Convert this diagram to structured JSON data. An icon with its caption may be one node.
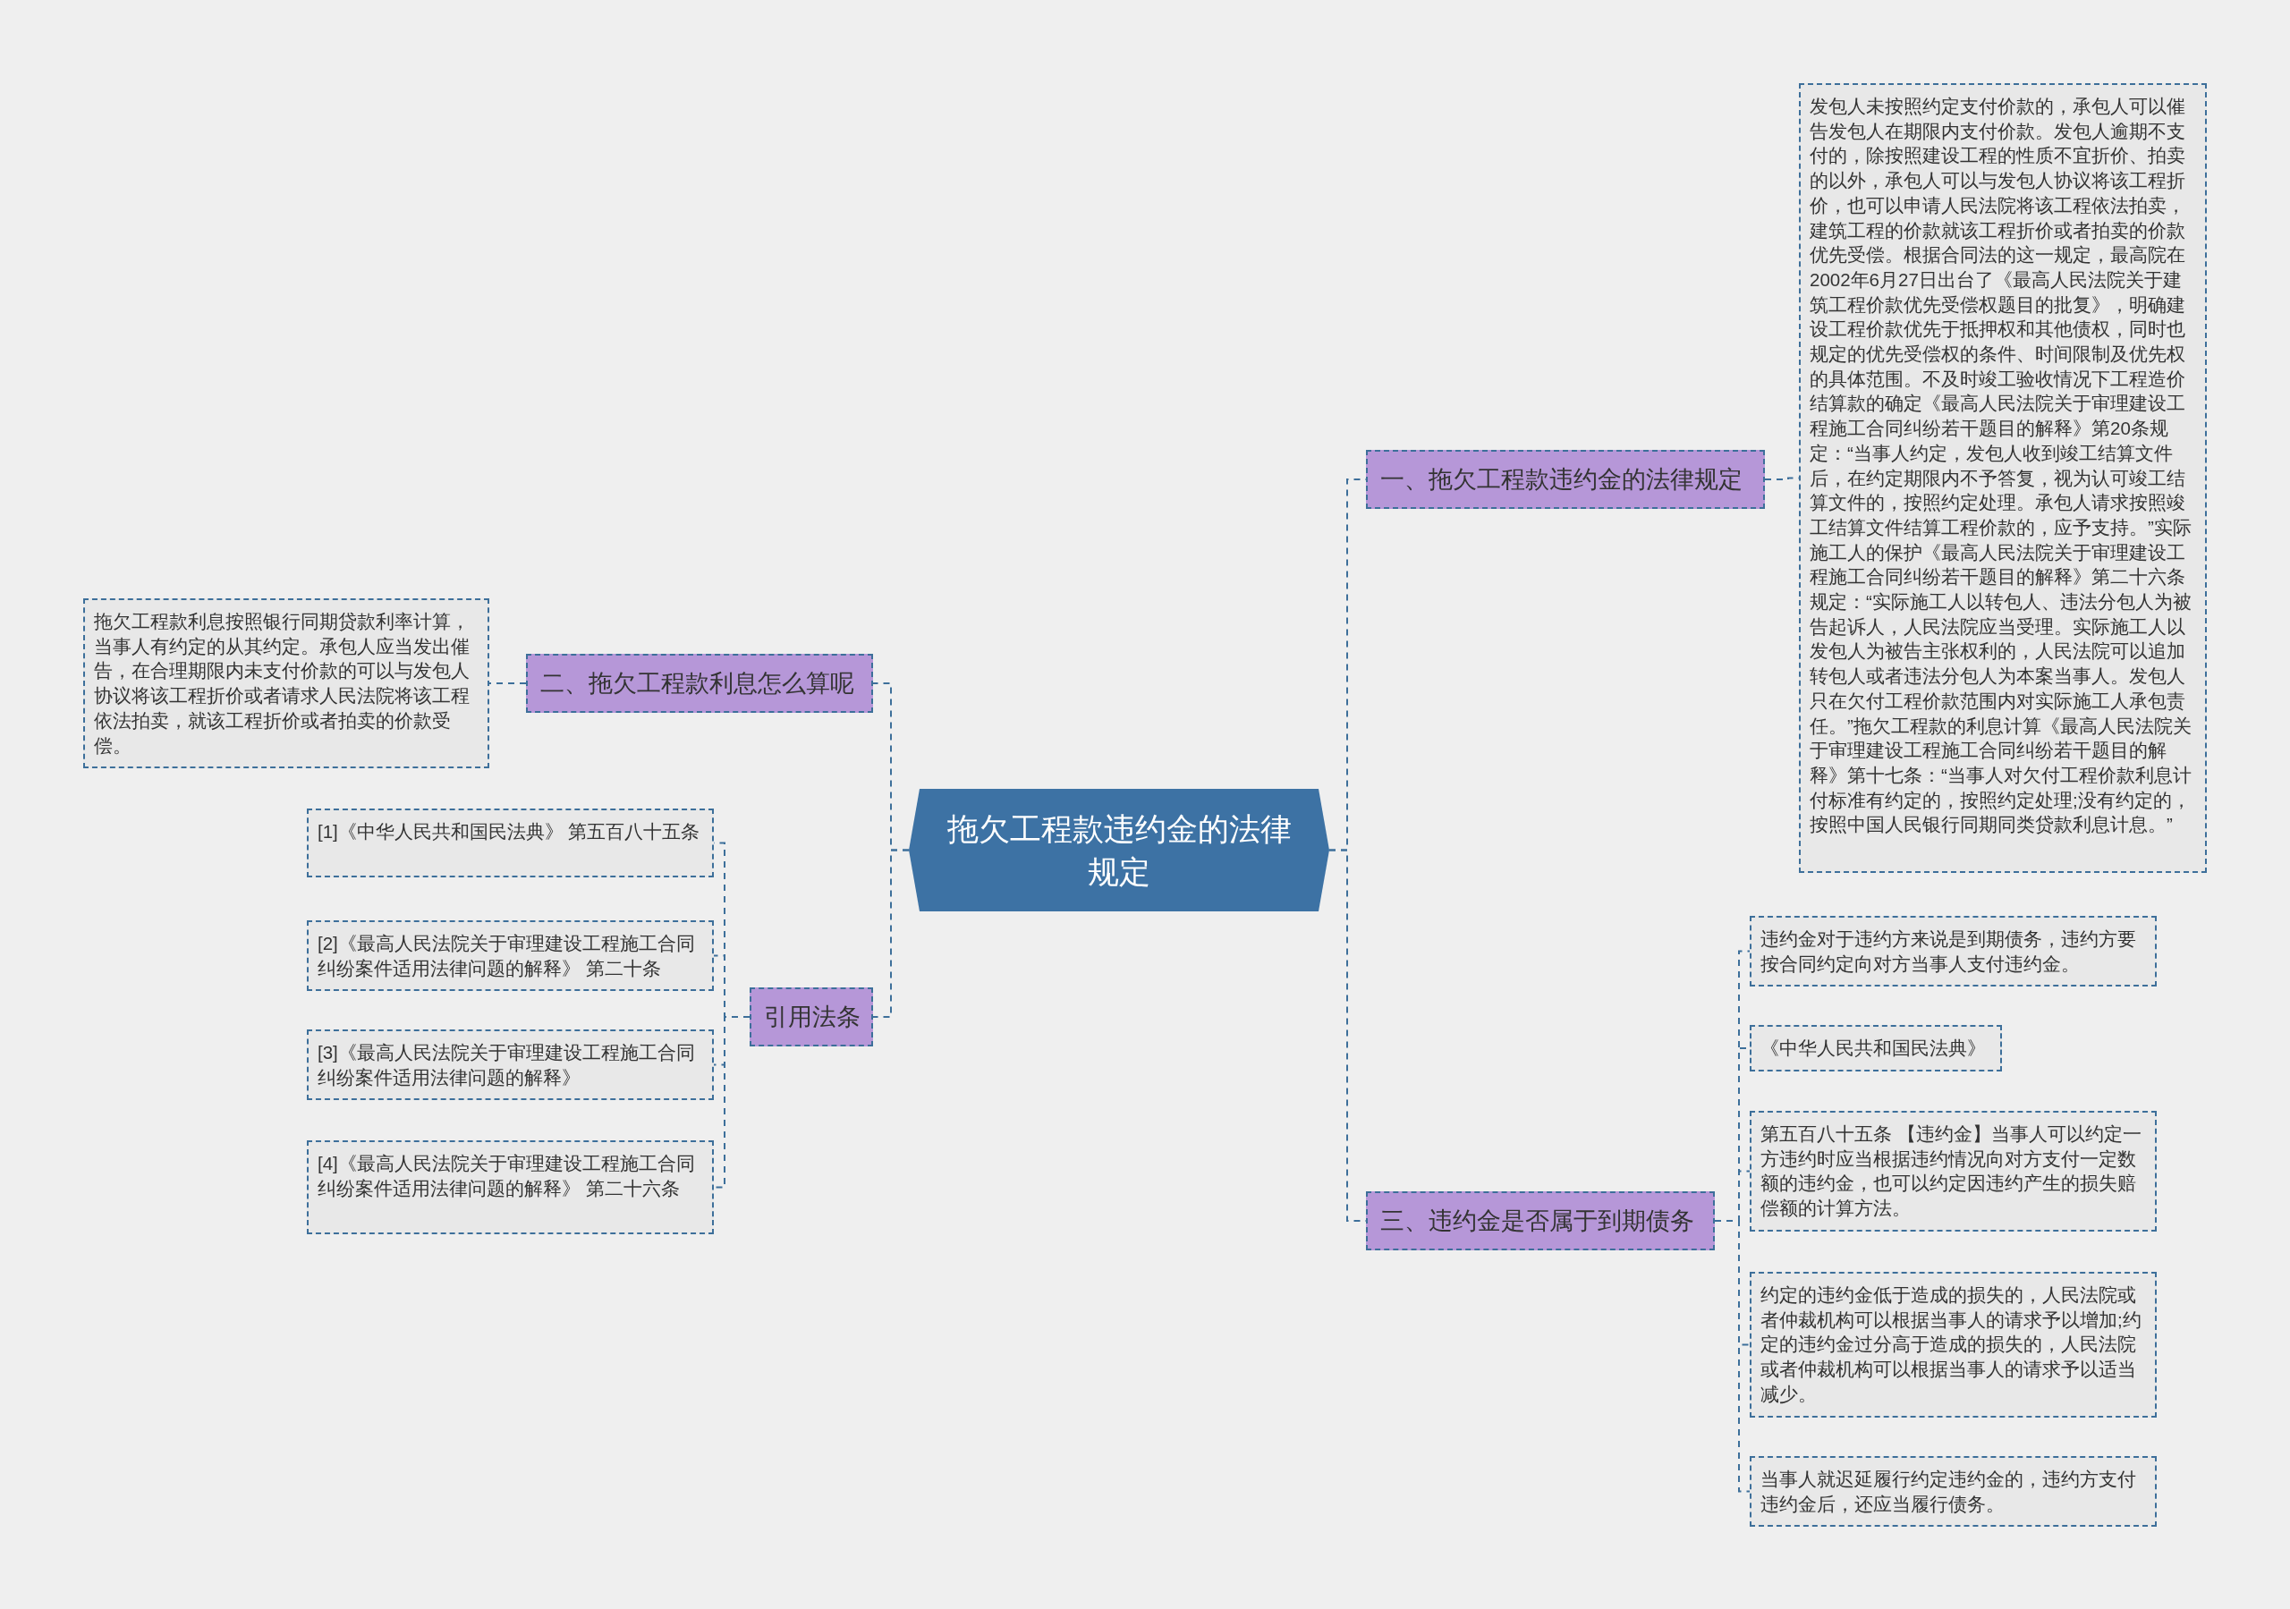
{
  "diagram": {
    "nodes": [
      {
        "text": [
          "拖欠工程款违约金的法律规定"
        ]
      },
      {
        "text": [
          "一、拖欠工程款违约金的法律规定"
        ]
      },
      {
        "text": [
          "发包人未按照约定支付价款的，承包人可以催告发包人在期限内支付价款。发包人逾期不支付的，除按照建设工程的性质不宜折价、拍卖的以外，承包人可以与发包人协议将该工程折价，也可以申请人民法院将该工程依法拍卖，建筑工程的价款就该工程折价或者拍卖的价款优先受偿。根据合同法的这一规定，最高院在2002年6月27日出台了《最高人民法院关于建筑工程价款优先受偿权题目的批复》，明确建设工程价款优先于抵押权和其他债权，同时也规定的优先受偿权的条件、时间限制及优先权的具体范围。不及时竣工验收情况下工程造价结算款的确定《最高人民法院关于审理建设工程施工合同纠纷若干题目的解释》第20条规定：“当事人约定，发包人收到竣工结算文件后，在约定期限内不予答复，视为认可竣工结算文件的，按照约定处理。承包人请求按照竣工结算文件结算工程价款的，应予支持。”实际施工人的保护《最高人民法院关于审理建设工程施工合同纠纷若干题目的解释》第二十六条规定：“实际施工人以转包人、违法分包人为被告起诉人，人民法院应当受理。实际施工人以发包人为被告主张权利的，人民法院可以追加转包人或者违法分包人为本案当事人。发包人只在欠付工程价款范围内对实际施工人承包责任。”拖欠工程款的利息计算《最高人民法院关于审理建设工程施工合同纠纷若干题目的解释》第十七条：“当事人对欠付工程价款利息计付标准有约定的，按照约定处理;没有约定的，按照中国人民银行同期同类贷款利息计息。”"
        ]
      },
      {
        "text": [
          "二、拖欠工程款利息怎么算呢"
        ]
      },
      {
        "text": [
          "拖欠工程款利息按照银行同期贷款利率计算，当事人有约定的从其约定。承包人应当发出催告，在合理期限内未支付价款的可以与发包人协议将该工程折价或者请求人民法院将该工程依法拍卖，就该工程折价或者拍卖的价款受偿。"
        ]
      },
      {
        "text": [
          "引用法条"
        ]
      },
      {
        "text": [
          "[1]《中华人民共和国民法典》 第五百八十五条"
        ]
      },
      {
        "text": [
          "[2]《最高人民法院关于审理建设工程施工合同纠纷案件适用法律问题的解释》 第二十条"
        ]
      },
      {
        "text": [
          "[3]《最高人民法院关于审理建设工程施工合同纠纷案件适用法律问题的解释》"
        ]
      },
      {
        "text": [
          "[4]《最高人民法院关于审理建设工程施工合同纠纷案件适用法律问题的解释》 第二十六条"
        ]
      },
      {
        "text": [
          "三、违约金是否属于到期债务"
        ]
      },
      {
        "text": [
          "违约金对于违约方来说是到期债务，违约方要按合同约定向对方当事人支付违约金。"
        ]
      },
      {
        "text": [
          "《中华人民共和国民法典》"
        ]
      },
      {
        "text": [
          "第五百八十五条 【违约金】当事人可以约定一方违约时应当根据违约情况向对方支付一定数额的违约金，也可以约定因违约产生的损失赔偿额的计算方法。"
        ]
      },
      {
        "text": [
          "约定的违约金低于造成的损失的，人民法院或者仲裁机构可以根据当事人的请求予以增加;约定的违约金过分高于造成的损失的，人民法院或者仲裁机构可以根据当事人的请求予以适当减少。"
        ]
      },
      {
        "text": [
          "当事人就迟延履行约定违约金的，违约方支付违约金后，还应当履行债务。"
        ]
      }
    ],
    "edges": [
      {
        "from": 0,
        "to": 1,
        "arrow": "none"
      },
      {
        "from": 1,
        "to": 2,
        "arrow": "none"
      },
      {
        "from": 0,
        "to": 3,
        "arrow": "none"
      },
      {
        "from": 3,
        "to": 4,
        "arrow": "none"
      },
      {
        "from": 0,
        "to": 5,
        "arrow": "none"
      },
      {
        "from": 5,
        "to": 6,
        "arrow": "none"
      },
      {
        "from": 5,
        "to": 7,
        "arrow": "none"
      },
      {
        "from": 5,
        "to": 8,
        "arrow": "none"
      },
      {
        "from": 5,
        "to": 9,
        "arrow": "none"
      },
      {
        "from": 0,
        "to": 10,
        "arrow": "none"
      },
      {
        "from": 10,
        "to": 11,
        "arrow": "none"
      },
      {
        "from": 10,
        "to": 12,
        "arrow": "none"
      },
      {
        "from": 10,
        "to": 13,
        "arrow": "none"
      },
      {
        "from": 10,
        "to": 14,
        "arrow": "none"
      },
      {
        "from": 10,
        "to": 15,
        "arrow": "none"
      }
    ]
  }
}
